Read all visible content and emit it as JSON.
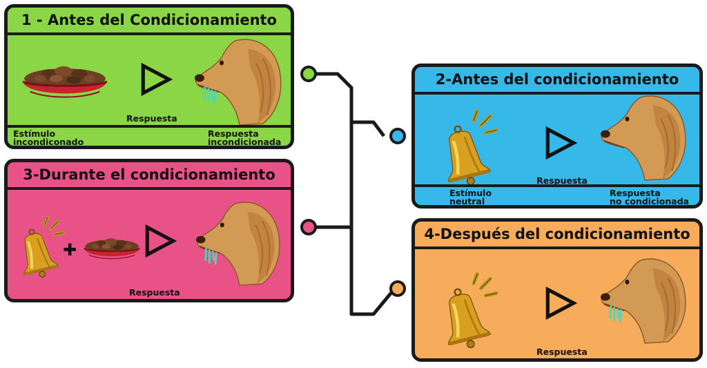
{
  "colors": {
    "green": "#8bd646",
    "blue": "#36b8e9",
    "pink": "#e85287",
    "orange": "#f7ac5c",
    "line": "#1a1a1a"
  },
  "panel1": {
    "title": "1 - Antes del Condicionamiento",
    "arrow_label": "Respuesta",
    "stimulus_line1": "Estímulo",
    "stimulus_line2": "incondiconado",
    "response_line1": "Respuesta",
    "response_line2": "incondicionada"
  },
  "panel2": {
    "title": "2-Antes del condicionamiento",
    "arrow_label": "Respuesta",
    "stimulus_line1": "Estímulo",
    "stimulus_line2": "neutral",
    "response_line1": "Respuesta",
    "response_line2": "no condicionada"
  },
  "panel3": {
    "title": "3-Durante el condicionamiento",
    "arrow_label": "Respuesta",
    "plus": "✚"
  },
  "panel4": {
    "title": "4-Después del condicionamiento",
    "arrow_label": "Respuesta"
  }
}
